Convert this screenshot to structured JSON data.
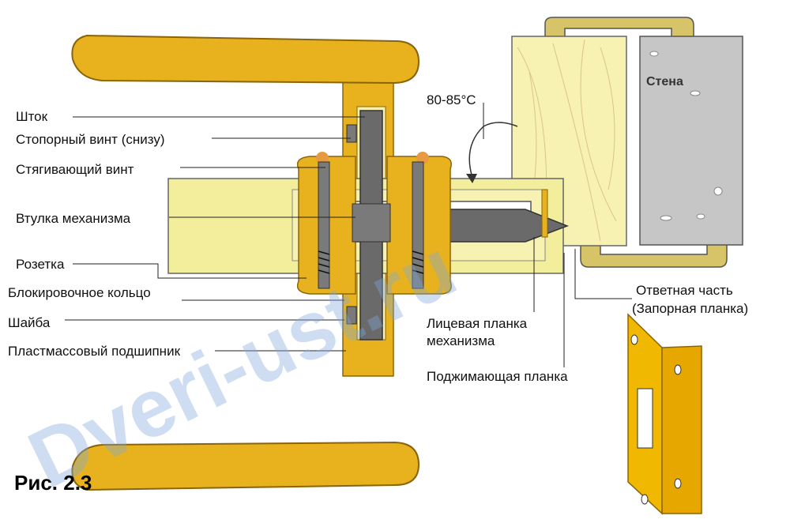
{
  "figure_caption": "Рис. 2.3",
  "watermark": "Dveri-ust.ru",
  "temperature_label": "80-85°C",
  "wall_label": "Стена",
  "labels": {
    "rod": "Шток",
    "set_screw": "Стопорный винт (снизу)",
    "tie_screw": "Стягивающий винт",
    "mechanism_sleeve": "Втулка механизма",
    "rosette": "Розетка",
    "locking_ring": "Блокировочное кольцо",
    "washer": "Шайба",
    "plastic_bearing": "Пластмассовый подшипник",
    "face_plate_line1": "Лицевая планка",
    "face_plate_line2": "механизма",
    "clamp_plate": "Поджимающая планка",
    "strike_line1": "Ответная часть",
    "strike_line2": "(Запорная планка)"
  },
  "colors": {
    "brass": "#e8b21e",
    "brass_dark": "#a87a0c",
    "door_wood": "#f8f2b2",
    "wall_gray": "#c6c6c6",
    "steel": "#6a6a6a",
    "watermark": "#7fa8dc"
  }
}
